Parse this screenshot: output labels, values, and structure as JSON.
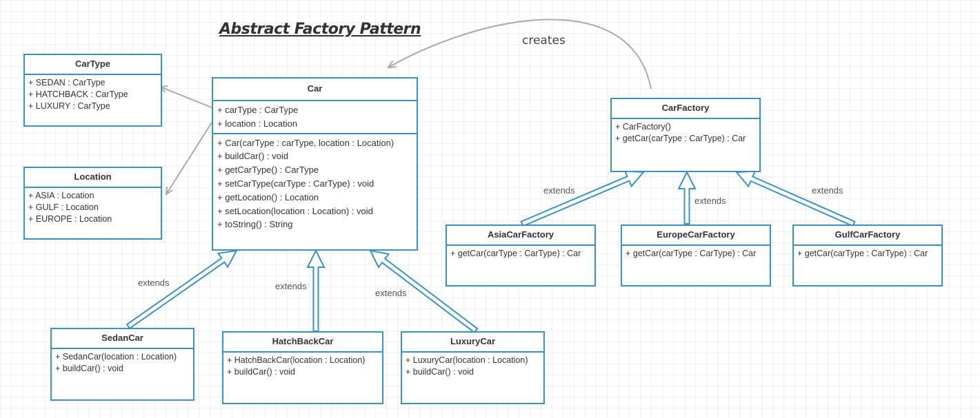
{
  "title": "Abstract Factory Pattern",
  "labels": {
    "creates": "creates",
    "extends": "extends"
  },
  "colors": {
    "class_border": "#3793c3",
    "association_line": "#aaaaaa",
    "text": "#333333"
  },
  "classes": {
    "cartype": {
      "name": "CarType",
      "attributes": [
        "+ SEDAN : CarType",
        "+ HATCHBACK : CarType",
        "+ LUXURY : CarType"
      ],
      "operations": []
    },
    "location": {
      "name": "Location",
      "attributes": [
        "+ ASIA : Location",
        "+ GULF : Location",
        "+ EUROPE : Location"
      ],
      "operations": []
    },
    "car": {
      "name": "Car",
      "attributes": [
        "+ carType : CarType",
        "+ location : Location"
      ],
      "operations": [
        "+ Car(carType : carType, location : Location)",
        "+ buildCar() : void",
        "+ getCarType() : CarType",
        "+ setCarType(carType : CarType) : void",
        "+ getLocation() : Location",
        "+ setLocation(location : Location) : void",
        "+ toString() : String"
      ]
    },
    "carfactory": {
      "name": "CarFactory",
      "attributes": [],
      "operations": [
        "+ CarFactory()",
        "+ getCar(carType : CarType) : Car"
      ]
    },
    "asiacarfactory": {
      "name": "AsiaCarFactory",
      "attributes": [],
      "operations": [
        "+ getCar(carType : CarType) : Car"
      ]
    },
    "europecarfactory": {
      "name": "EuropeCarFactory",
      "attributes": [],
      "operations": [
        "+ getCar(carType : CarType) : Car"
      ]
    },
    "gulfcarfactory": {
      "name": "GulfCarFactory",
      "attributes": [],
      "operations": [
        "+ getCar(carType : CarType) : Car"
      ]
    },
    "sedancar": {
      "name": "SedanCar",
      "attributes": [],
      "operations": [
        "+ SedanCar(location : Location)",
        "+ buildCar() : void"
      ]
    },
    "hatchbackcar": {
      "name": "HatchBackCar",
      "attributes": [],
      "operations": [
        "+ HatchBackCar(location : Location)",
        "+ buildCar() : void"
      ]
    },
    "luxurycar": {
      "name": "LuxuryCar",
      "attributes": [],
      "operations": [
        "+ LuxuryCar(location : Location)",
        "+ buildCar() : void"
      ]
    }
  },
  "relationships": [
    {
      "type": "association",
      "from": "car",
      "to": "cartype"
    },
    {
      "type": "association",
      "from": "car",
      "to": "location"
    },
    {
      "type": "dependency",
      "from": "carfactory",
      "to": "car",
      "label": "creates"
    },
    {
      "type": "generalization",
      "from": "sedancar",
      "to": "car",
      "label": "extends"
    },
    {
      "type": "generalization",
      "from": "hatchbackcar",
      "to": "car",
      "label": "extends"
    },
    {
      "type": "generalization",
      "from": "luxurycar",
      "to": "car",
      "label": "extends"
    },
    {
      "type": "generalization",
      "from": "asiacarfactory",
      "to": "carfactory",
      "label": "extends"
    },
    {
      "type": "generalization",
      "from": "europecarfactory",
      "to": "carfactory",
      "label": "extends"
    },
    {
      "type": "generalization",
      "from": "gulfcarfactory",
      "to": "carfactory",
      "label": "extends"
    }
  ]
}
